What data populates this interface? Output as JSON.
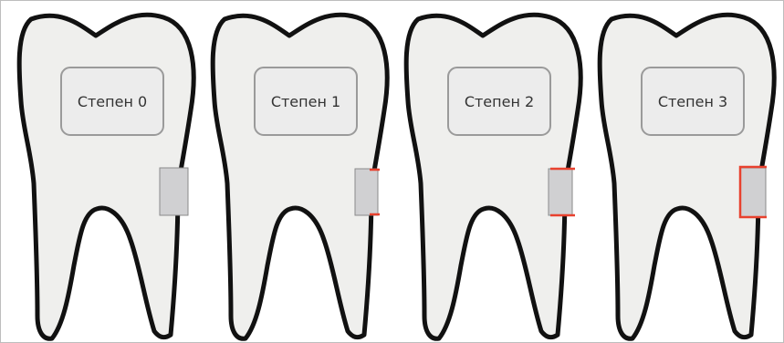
{
  "teeth": [
    {
      "label": "Степен 0",
      "stage": 0
    },
    {
      "label": "Степен 1",
      "stage": 1
    },
    {
      "label": "Степен 2",
      "stage": 2
    },
    {
      "label": "Степен 3",
      "stage": 3
    }
  ],
  "colors": {
    "tooth_fill": "#efefed",
    "tooth_stroke": "#111111",
    "label_box_fill": "#ececec",
    "label_box_stroke": "#9a9a9a",
    "defect_fill": "#d0d0d2",
    "defect_stroke": "#8a8a8a",
    "defect_edge": "#e8412e"
  }
}
